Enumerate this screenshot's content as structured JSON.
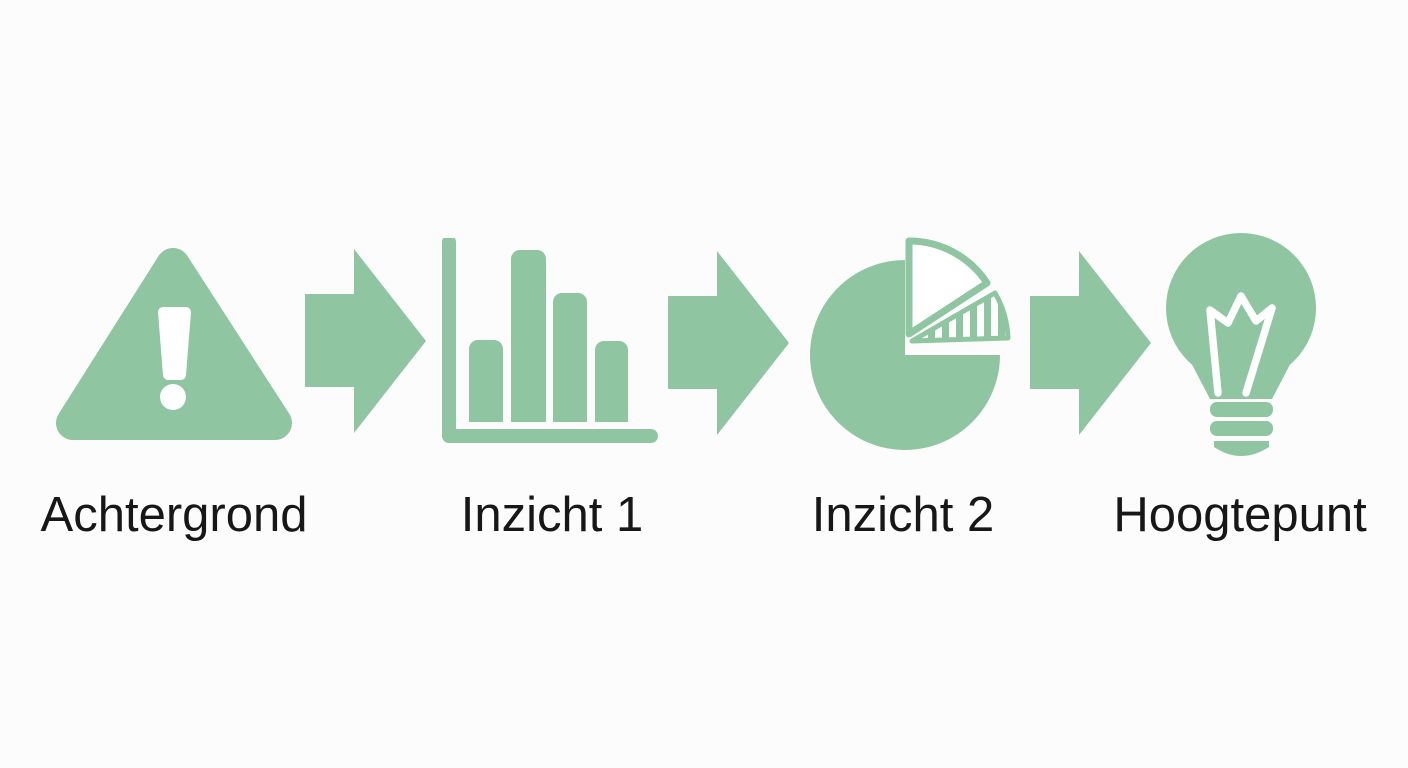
{
  "palette": {
    "background": "#fcfcfc",
    "accent_green": "#8fc5a1",
    "icon_detail_white": "#ffffff",
    "label_text": "#171717"
  },
  "diagram": {
    "type": "process-flow",
    "direction": "left-to-right",
    "steps": [
      {
        "label": "Achtergrond",
        "icon": "warning-triangle-icon"
      },
      {
        "label": "Inzicht 1",
        "icon": "bar-chart-icon"
      },
      {
        "label": "Inzicht 2",
        "icon": "pie-chart-icon"
      },
      {
        "label": "Hoogtepunt",
        "icon": "lightbulb-icon"
      }
    ],
    "connector": {
      "icon": "arrow-right-icon",
      "count": 3
    }
  }
}
